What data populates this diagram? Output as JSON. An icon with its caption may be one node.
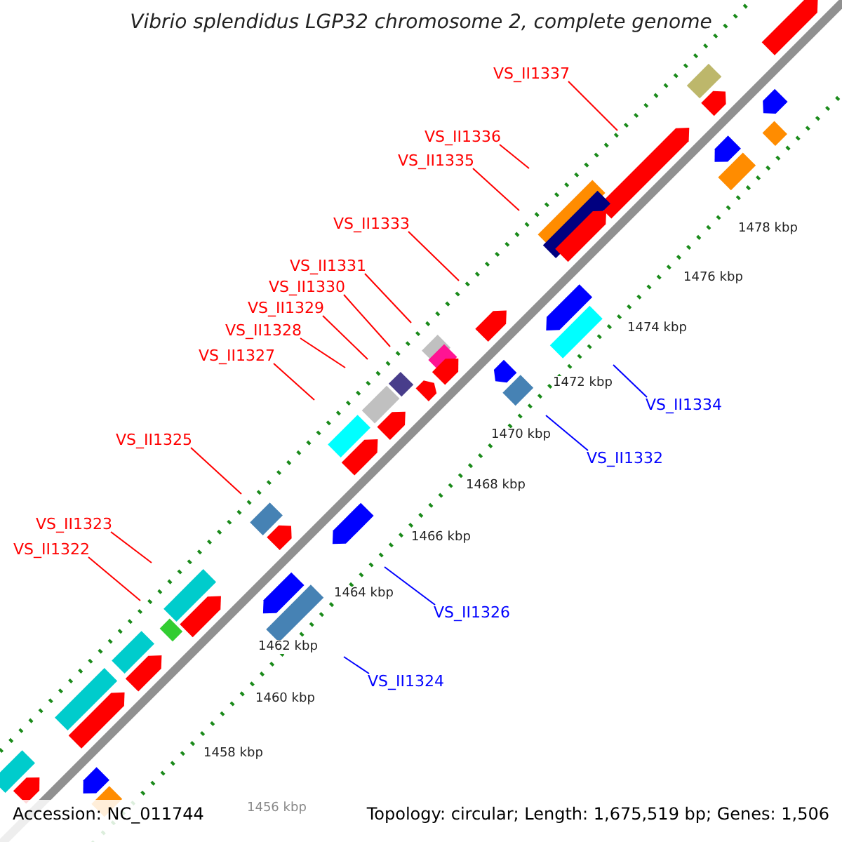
{
  "diagram": {
    "title": "Vibrio splendidus LGP32 chromosome 2, complete genome",
    "nodes": [
      {
        "text": [
          "VS_II1337"
        ]
      },
      {
        "text": [
          "VS_II1336"
        ]
      },
      {
        "text": [
          "VS_II1335"
        ]
      },
      {
        "text": [
          "VS_II1333"
        ]
      },
      {
        "text": [
          "VS_II1331"
        ]
      },
      {
        "text": [
          "VS_II1330"
        ]
      },
      {
        "text": [
          "VS_II1329"
        ]
      },
      {
        "text": [
          "VS_II1328"
        ]
      },
      {
        "text": [
          "VS_II1327"
        ]
      },
      {
        "text": [
          "VS_II1325"
        ]
      },
      {
        "text": [
          "VS_II1323"
        ]
      },
      {
        "text": [
          "VS_II1322"
        ]
      },
      {
        "text": [
          "VS_II1334"
        ]
      },
      {
        "text": [
          "VS_II1332"
        ]
      },
      {
        "text": [
          "VS_II1326"
        ]
      },
      {
        "text": [
          "VS_II1324"
        ]
      }
    ],
    "edges": [
      {
        "from": 0,
        "to": null,
        "arrow": "none"
      },
      {
        "from": 1,
        "to": null,
        "arrow": "none"
      },
      {
        "from": 2,
        "to": null,
        "arrow": "none"
      },
      {
        "from": 3,
        "to": null,
        "arrow": "none"
      },
      {
        "from": 4,
        "to": null,
        "arrow": "none"
      },
      {
        "from": 5,
        "to": null,
        "arrow": "none"
      },
      {
        "from": 6,
        "to": null,
        "arrow": "none"
      },
      {
        "from": 7,
        "to": null,
        "arrow": "none"
      },
      {
        "from": 8,
        "to": null,
        "arrow": "none"
      },
      {
        "from": 9,
        "to": null,
        "arrow": "none"
      },
      {
        "from": 10,
        "to": null,
        "arrow": "none"
      },
      {
        "from": 11,
        "to": null,
        "arrow": "none"
      },
      {
        "from": 12,
        "to": null,
        "arrow": "none",
        "color": "#0000ff"
      },
      {
        "from": 13,
        "to": null,
        "arrow": "none",
        "color": "#0000ff"
      },
      {
        "from": 14,
        "to": null,
        "arrow": "none",
        "color": "#0000ff"
      },
      {
        "from": 15,
        "to": null,
        "arrow": "none",
        "color": "#0000ff"
      }
    ],
    "labels": [
      "1478 kbp",
      "1476 kbp",
      "1474 kbp",
      "1472 kbp",
      "1470 kbp",
      "1468 kbp",
      "1466 kbp",
      "1464 kbp",
      "1462 kbp",
      "1460 kbp",
      "1458 kbp",
      "1456 kbp",
      "Accession: NC_011744",
      "Topology: circular; Length: 1,675,519 bp; Genes: 1,506"
    ]
  }
}
